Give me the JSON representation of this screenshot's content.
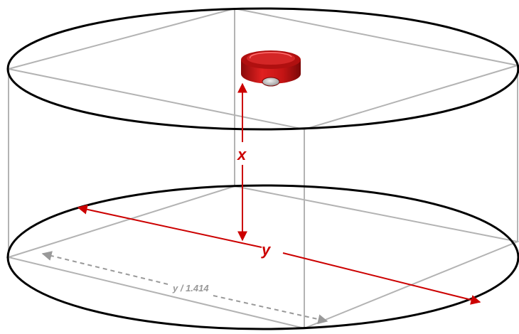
{
  "labels": {
    "height": "x",
    "diameter": "y",
    "square_side": "y / 1.414"
  },
  "colors": {
    "background": "#ffffff",
    "cylinder_outline": "#000000",
    "construction_lines": "#b3b3b3",
    "dimension_accent": "#cc0000",
    "dimension_dashed": "#999999",
    "detector_body": "#c41414",
    "detector_lens": "#c8c8c8"
  },
  "icons": {
    "detector": "ceiling-smoke-detector-icon"
  }
}
